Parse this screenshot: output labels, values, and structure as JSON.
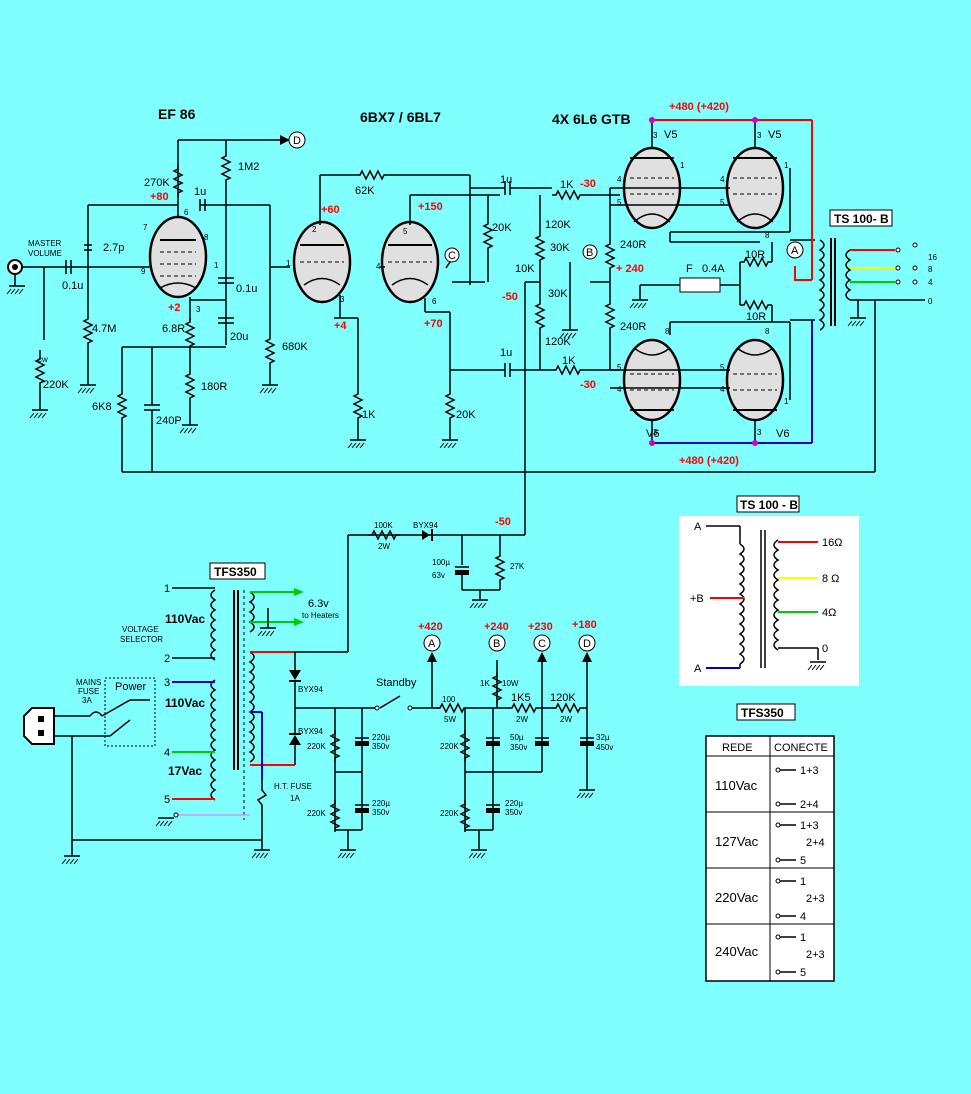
{
  "colors": {
    "background": "#80ffff",
    "wire": "#000000",
    "voltage": "#ff0000",
    "red_wire": "#ff0000",
    "blue_wire": "#0000cc",
    "green_wire": "#00cc00",
    "yellow_wire": "#ffff00",
    "node": "#cc00cc"
  },
  "tubes": {
    "ef86": "EF 86",
    "phase": "6BX7 / 6BL7",
    "output": "4X 6L6 GTB",
    "v5": "V5",
    "v6": "V6"
  },
  "input": {
    "master_volume_1": "MASTER",
    "master_volume_2": "VOLUME",
    "cw": "cw"
  },
  "components": {
    "r270k": "270K",
    "r1m2": "1M2",
    "c1u_a": "1u",
    "c2p7": "2.7p",
    "c01u_in": "0.1u",
    "r4m7": "4.7M",
    "r220k_pot": "220K",
    "r6k8": "6K8",
    "r6r8": "6.8R",
    "c01u_b": "0.1u",
    "c20u": "20u",
    "r180r": "180R",
    "c240p": "240P",
    "r680k": "680K",
    "r62k": "62K",
    "r1k_a": "1K",
    "r20k_a": "20K",
    "r20k_b": "20K",
    "c1u_b": "1u",
    "c1u_c": "1u",
    "r1k_g1": "1K",
    "r1k_g2": "1K",
    "r120k_a": "120K",
    "r120k_b": "120K",
    "r30k_a": "30K",
    "r30k_b": "30K",
    "r10k": "10K",
    "r240r_a": "240R",
    "r240r_b": "240R",
    "fuse": "F",
    "fuse_val": "0.4A",
    "r10r_a": "10R",
    "r10r_b": "10R",
    "bias_r": "100K",
    "bias_r_w": "2W",
    "bias_d": "BYX94",
    "bias_c": "100µ",
    "bias_c_v": "63v",
    "bias_r27k": "27K",
    "d1": "BYX94",
    "d2": "BYX94",
    "c220_a": "220µ",
    "c220_a_v": "350v",
    "c220_b": "220µ",
    "c220_b_v": "350v",
    "r220k_a": "220K",
    "r220k_b": "220K",
    "r100": "100",
    "r100_w": "5W",
    "r1k10w": "1K",
    "r1k10w_w": "10W",
    "r1k5": "1K5",
    "r1k5_w": "2W",
    "r120k": "120K",
    "r120k_w": "2W",
    "c50u": "50µ",
    "c50u_v": "350v",
    "c220_c": "220µ",
    "c220_c_v": "350v",
    "r220k_c": "220K",
    "r220k_d": "220K",
    "c32u": "32µ",
    "c32u_v": "450v"
  },
  "pins": {
    "ef86": [
      "6",
      "7",
      "8",
      "9",
      "1",
      "3"
    ],
    "phase": [
      "2",
      "1",
      "3",
      "5",
      "4",
      "6"
    ],
    "v5a": [
      "3",
      "4",
      "5",
      "1"
    ],
    "v5b": [
      "3",
      "4",
      "5",
      "1",
      "8"
    ],
    "v6a": [
      "8",
      "5",
      "4",
      "3"
    ],
    "v6b": [
      "8",
      "5",
      "4",
      "3",
      "1"
    ]
  },
  "voltages": {
    "ef86_plate": "+80",
    "ef86_cath": "+2",
    "pi_plate1": "+60",
    "pi_cath1": "+4",
    "pi_plate2": "+150",
    "pi_cath2": "+70",
    "bias1": "-30",
    "bias2": "-30",
    "bias_supply": "-50",
    "bias_node": "-50",
    "screen": "+ 240",
    "top_rail": "+480 (+420)",
    "bottom_rail": "+480 (+420)"
  },
  "nodes": {
    "a": "A",
    "b": "B",
    "c": "C",
    "d": "D"
  },
  "supply": {
    "ht_a": "+420",
    "ht_b": "+240",
    "ht_c": "+230",
    "ht_d": "+180",
    "standby": "Standby",
    "ht_fuse_1": "H.T. FUSE",
    "ht_fuse_2": "1A",
    "heaters_1": "6.3v",
    "heaters_2": "to Heaters",
    "mains_fuse_1": "MAINS",
    "mains_fuse_2": "FUSE",
    "mains_fuse_3": "3A",
    "power": "Power",
    "voltage_sel_1": "VOLTAGE",
    "voltage_sel_2": "SELECTOR"
  },
  "transformer_tfs": {
    "title": "TFS350",
    "taps": [
      "1",
      "2",
      "3",
      "4",
      "5"
    ],
    "v110_a": "110Vac",
    "v110_b": "110Vac",
    "v17": "17Vac"
  },
  "output_transformer": {
    "title": "TS 100- B",
    "taps": [
      "16",
      "8",
      "4",
      "0"
    ]
  },
  "ts_box": {
    "title": "TS 100 - B",
    "a_top": "A",
    "b_mid": "+B",
    "a_bot": "A",
    "taps": [
      "16Ω",
      "8 Ω",
      "4Ω",
      "0"
    ]
  },
  "tfs_table": {
    "title": "TFS350",
    "headers": [
      "REDE",
      "CONECTE"
    ],
    "rows": [
      {
        "rede": "110Vac",
        "c": [
          "1+3",
          "",
          "2+4"
        ]
      },
      {
        "rede": "127Vac",
        "c": [
          "1+3",
          "2+4",
          "5"
        ]
      },
      {
        "rede": "220Vac",
        "c": [
          "1",
          "2+3",
          "4"
        ]
      },
      {
        "rede": "240Vac",
        "c": [
          "1",
          "2+3",
          "5"
        ]
      }
    ]
  }
}
